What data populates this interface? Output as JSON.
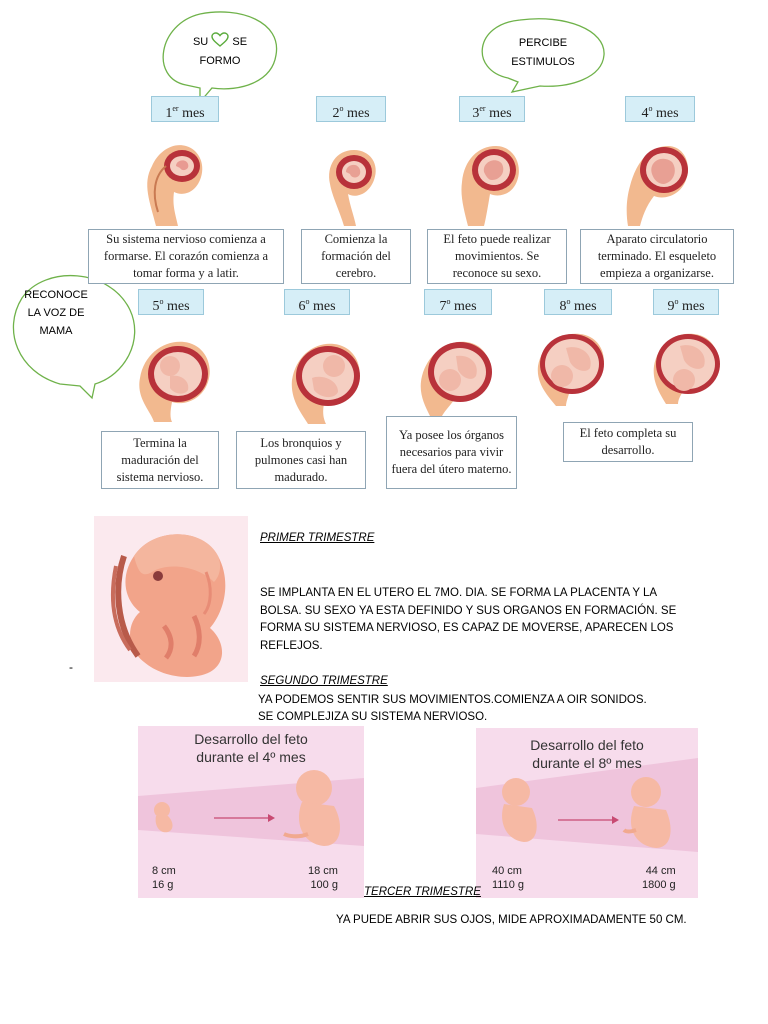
{
  "bubbles": [
    {
      "id": "su-corazon",
      "text_before": "SU",
      "text_after": "SE",
      "line2": "FORMO",
      "icon": "heart-outline-icon",
      "color": "#5aab3c"
    },
    {
      "id": "percibe",
      "line1": "PERCIBE",
      "line2": "ESTIMULOS"
    },
    {
      "id": "reconoce",
      "line1": "RECONOCE",
      "line2": "LA VOZ DE",
      "line3": "MAMA"
    }
  ],
  "months": [
    {
      "num": "1",
      "sup": "er",
      "word": "mes"
    },
    {
      "num": "2",
      "sup": "o",
      "word": "mes"
    },
    {
      "num": "3",
      "sup": "er",
      "word": "mes"
    },
    {
      "num": "4",
      "sup": "o",
      "word": "mes"
    },
    {
      "num": "5",
      "sup": "o",
      "word": "mes"
    },
    {
      "num": "6",
      "sup": "o",
      "word": "mes"
    },
    {
      "num": "7",
      "sup": "o",
      "word": "mes"
    },
    {
      "num": "8",
      "sup": "o",
      "word": "mes"
    },
    {
      "num": "9",
      "sup": "o",
      "word": "mes"
    }
  ],
  "captions": [
    "Su sistema nervioso comienza a formarse. El corazón comienza a tomar forma y a latir.",
    "Comienza la formación del cerebro.",
    "El feto puede realizar movimientos. Se reconoce su sexo.",
    "Aparato circulatorio terminado. El esqueleto empieza a organizarse.",
    "Termina la maduración del sistema nervioso.",
    "Los bronquios y pulmones casi han madurado.",
    "Ya posee los órganos necesarios para vivir fuera del útero materno.",
    "El feto completa su desarrollo."
  ],
  "dash": "-",
  "trimesters": {
    "primer": {
      "heading": "PRIMER TRIMESTRE",
      "body": "SE IMPLANTA EN EL UTERO EL 7MO. DIA. SE FORMA LA PLACENTA Y LA BOLSA. SU SEXO YA ESTA DEFINIDO Y SUS ORGANOS EN FORMACIÓN. SE FORMA SU SISTEMA NERVIOSO, ES CAPAZ DE MOVERSE, APARECEN LOS REFLEJOS."
    },
    "segundo": {
      "heading": "SEGUNDO TRIMESTRE",
      "line1": "YA PODEMOS SENTIR SUS MOVIMIENTOS.COMIENZA A OIR SONIDOS.",
      "line2": "SE COMPLEJIZA SU SISTEMA NERVIOSO."
    },
    "tercer": {
      "heading": "TERCER TRIMESTRE",
      "body": "YA PUEDE ABRIR SUS OJOS, MIDE APROXIMADAMENTE 50 CM."
    }
  },
  "development": [
    {
      "title_line1": "Desarrollo del feto",
      "title_line2": "durante el 4º mes",
      "start_size": "8 cm",
      "start_weight": "16 g",
      "end_size": "18 cm",
      "end_weight": "100 g"
    },
    {
      "title_line1": "Desarrollo del feto",
      "title_line2": "durante el 8º mes",
      "start_size": "40 cm",
      "start_weight": "1110 g",
      "end_size": "44 cm",
      "end_weight": "1800 g"
    }
  ]
}
